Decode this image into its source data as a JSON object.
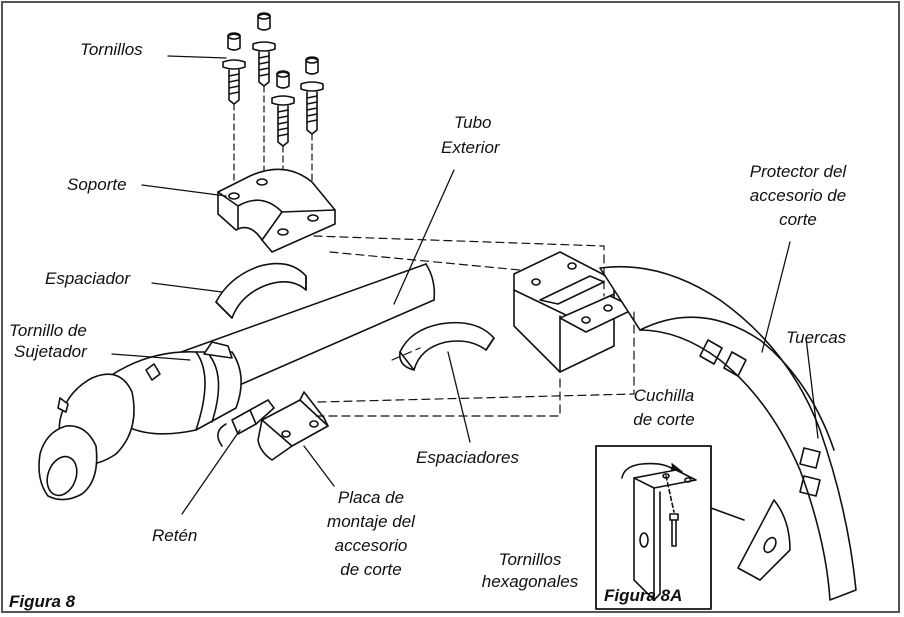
{
  "labels": {
    "tornillos": "Tornillos",
    "soporte": "Soporte",
    "espaciador": "Espaciador",
    "tornillo_de": "Tornillo de",
    "sujetador": "Sujetador",
    "tubo": "Tubo",
    "exterior": "Exterior",
    "protector_l1": "Protector del",
    "protector_l2": "accesorio de",
    "protector_l3": "corte",
    "tuercas": "Tuercas",
    "cuchilla_l1": "Cuchilla",
    "cuchilla_l2": "de corte",
    "espaciadores": "Espaciadores",
    "placa_l1": "Placa de",
    "placa_l2": "montaje del",
    "placa_l3": "accesorio",
    "placa_l4": "de corte",
    "reten": "Retén",
    "hex_l1": "Tornillos",
    "hex_l2": "hexagonales"
  },
  "figure_label": "Figura  8",
  "inset_label": "Figura 8A"
}
